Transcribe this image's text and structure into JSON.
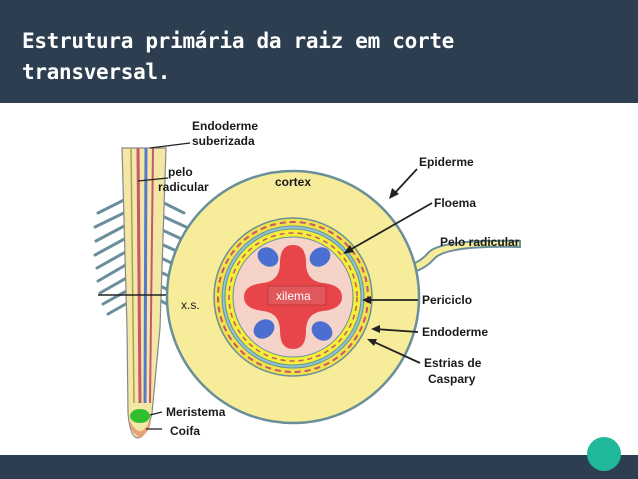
{
  "slide": {
    "title": "Estrutura primária da raiz em corte transversal.",
    "accent_color": "#1fb89a",
    "header_color": "#2c3e50"
  },
  "diagram": {
    "labels": {
      "endoderme_suberizada_1": "Endoderme",
      "endoderme_suberizada_2": "suberizada",
      "pelo_radicular_1": "pelo",
      "pelo_radicular_2": "radicular",
      "xs": "x.s.",
      "meristema": "Meristema",
      "coifa": "Coifa",
      "cortex": "cortex",
      "xilema": "xilema",
      "epiderme": "Epiderme",
      "floema": "Floema",
      "pelo_radicular": "Pelo radicular",
      "periciclo": "Periciclo",
      "endoderme": "Endoderme",
      "estrias_1": "Estrias de",
      "estrias_2": "Caspary"
    },
    "colors": {
      "cortex": "#f7ec9a",
      "xylem": "#e8454a",
      "phloem": "#4a6fd0",
      "stele": "#f6d3c9",
      "pericycle": "#f2ee3a",
      "endodermis": "#f0e24a",
      "meristem": "#2fbf2f",
      "cap": "#e8a07a"
    }
  }
}
